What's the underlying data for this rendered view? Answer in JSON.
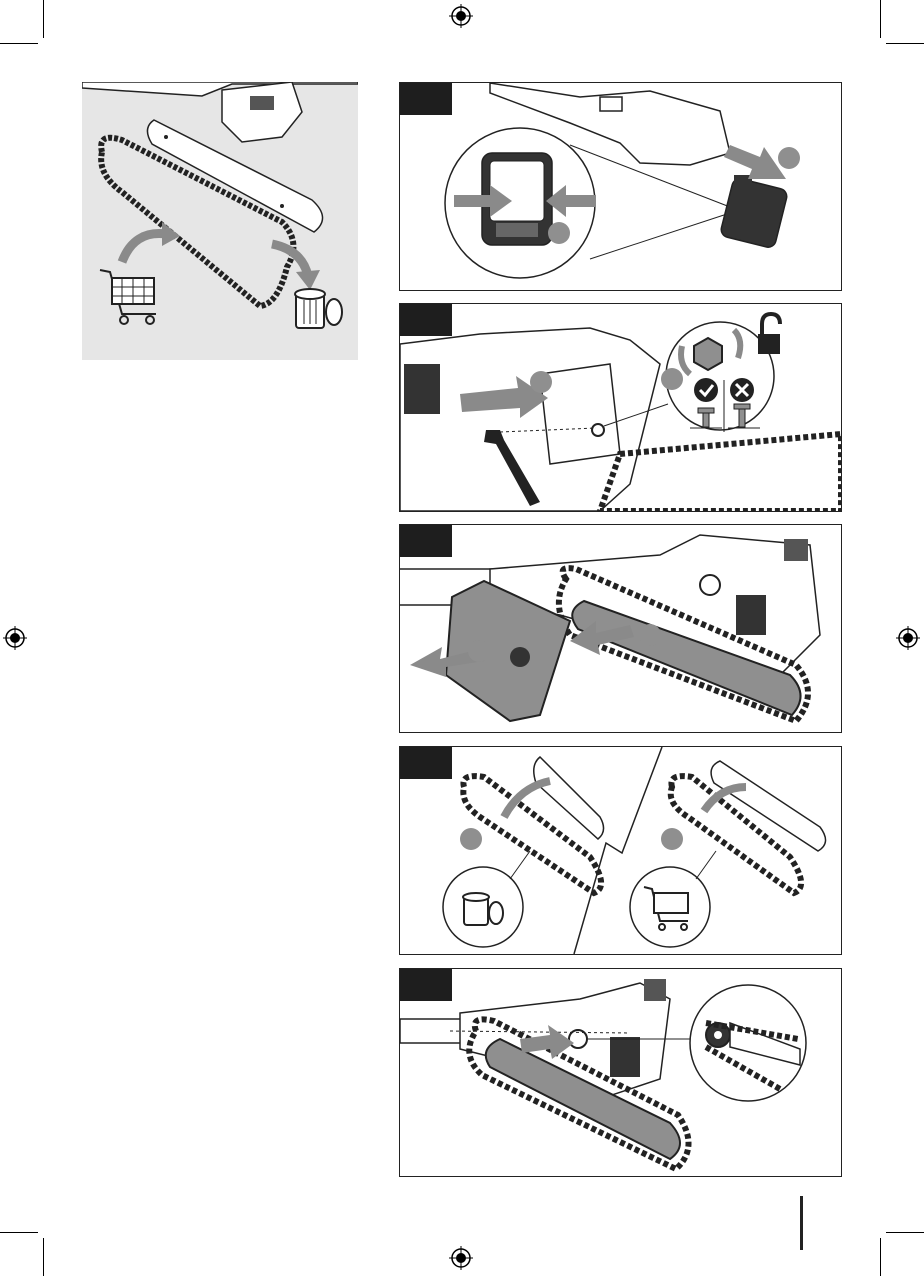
{
  "page": {
    "colors": {
      "tab": "#1e1e1e",
      "overview_bg": "#e6e6e6",
      "arrow_gray": "#8a8a8a",
      "callout_gray": "#8f8f8f",
      "line": "#222222"
    }
  },
  "overview": {
    "icons": [
      "shopping-cart-icon",
      "trash-bin-icon",
      "curved-arrow-icon"
    ]
  },
  "steps": [
    {
      "id": "step-1",
      "icons": [
        "battery-icon",
        "push-arrow-icon",
        "callout-circle"
      ]
    },
    {
      "id": "step-2",
      "icons": [
        "wrench-icon",
        "hex-nut-icon",
        "rotate-arrows-icon",
        "unlock-icon",
        "check-icon",
        "cross-icon"
      ]
    },
    {
      "id": "step-3",
      "icons": [
        "sprocket-cover-icon",
        "pull-arrow-icon"
      ]
    },
    {
      "id": "step-4",
      "icons": [
        "trash-bin-icon",
        "shopping-cart-icon",
        "curved-arrow-icon"
      ]
    },
    {
      "id": "step-5",
      "icons": [
        "sprocket-icon",
        "slide-arrow-icon"
      ]
    }
  ]
}
